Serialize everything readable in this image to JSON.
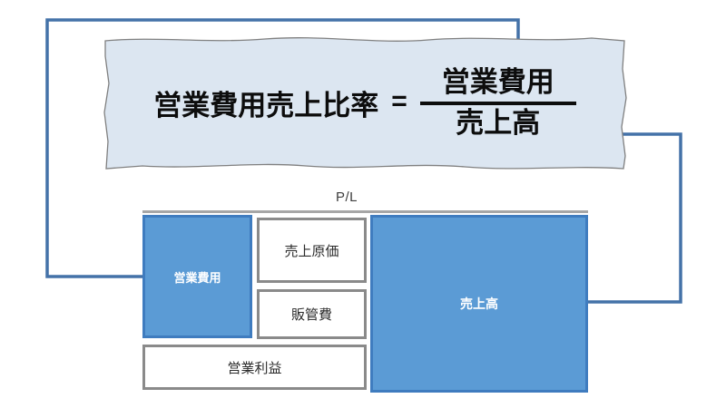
{
  "diagram": {
    "title_formula": "営業費用売上比率",
    "formula": {
      "lhs": "営業費用売上比率",
      "equals": "=",
      "numerator": "営業費用",
      "denominator": "売上高"
    },
    "statement_label": "P/L",
    "boxes": {
      "operating_expenses": "営業費用",
      "cost_of_goods_sold": "売上原価",
      "sga_expenses": "販管費",
      "operating_profit": "営業利益",
      "net_sales": "売上高"
    },
    "colors": {
      "banner_fill": "#DCE6F1",
      "banner_stroke": "#808080",
      "box_blue_fill": "#5B9BD5",
      "box_blue_stroke": "#3F7CBF",
      "box_white_fill": "#FFFFFF",
      "box_white_stroke": "#8A8A8A",
      "connector": "#4472A8",
      "rule_gray": "#A6A6A6",
      "text_dark": "#0D0D0D",
      "text_light": "#FFFFFF"
    },
    "connectors": [
      {
        "name": "opex-to-numerator",
        "from": "営業費用",
        "to": "営業費用",
        "direction": "left-up-right-down"
      },
      {
        "name": "sales-to-denominator",
        "from": "売上高",
        "to": "売上高",
        "direction": "right-up-left"
      }
    ]
  }
}
